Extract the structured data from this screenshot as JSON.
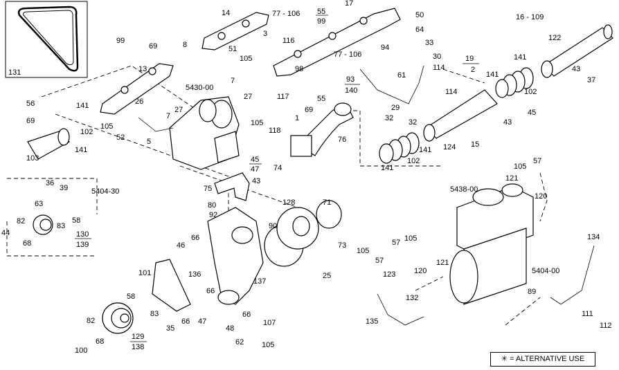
{
  "labels": {
    "l131": "131",
    "l14": "14",
    "l77_106a": "77 - 106",
    "l17": "17",
    "l55": "55",
    "l99a": "99",
    "l16_109": "16 - 109",
    "l50": "50",
    "l64": "64",
    "l122": "122",
    "l99b": "99",
    "l69a": "69",
    "l8": "8",
    "l3": "3",
    "l116": "116",
    "l33": "33",
    "l94": "94",
    "l51": "51",
    "l105a": "105",
    "l77_106b": "77 - 106",
    "l98": "98",
    "l30": "30",
    "l114a": "114",
    "l61": "61",
    "l13": "13",
    "l19": "19",
    "l2": "2",
    "l93": "93",
    "l140": "140",
    "l141a": "141",
    "l141b": "141",
    "l43a": "43",
    "l37": "37",
    "l102a": "102",
    "l5430": "5430-00",
    "l7a": "7",
    "l27a": "27",
    "l117": "117",
    "l114b": "114",
    "l56": "56",
    "l141c": "141",
    "l26": "26",
    "l55b": "55",
    "l69b": "69",
    "l29": "29",
    "l45a": "45",
    "l7b": "7",
    "l27b": "27",
    "l69c": "69",
    "l105b": "105",
    "l1": "1",
    "l32a": "32",
    "l32b": "32",
    "l43b": "43",
    "l102b": "102",
    "l105c": "105",
    "l118": "118",
    "l52": "52",
    "l5": "5",
    "l76": "76",
    "l124": "124",
    "l15": "15",
    "l141d": "141",
    "l103": "103",
    "l141e": "141",
    "l74": "74",
    "l141f": "141",
    "l102c": "102",
    "l45b": "45",
    "l47a": "47",
    "l43c": "43",
    "l36": "36",
    "l39": "39",
    "l5404_30": "5404-30",
    "l63": "63",
    "l75": "75",
    "l105d": "105",
    "l57a": "57",
    "l121a": "121",
    "l5438": "5438-00",
    "l120a": "120",
    "l71": "71",
    "l128": "128",
    "l80": "80",
    "l92": "92",
    "l58a": "58",
    "l82a": "82",
    "l83a": "83",
    "l90": "90",
    "l44": "44",
    "l68a": "68",
    "l130": "130",
    "l139": "139",
    "l66a": "66",
    "l46": "46",
    "l57b": "57",
    "l105e": "105",
    "l73": "73",
    "l105f": "105",
    "l57c": "57",
    "l121b": "121",
    "l25": "25",
    "l120b": "120",
    "l134": "134",
    "l101": "101",
    "l136": "136",
    "l66b": "66",
    "l137": "137",
    "l123": "123",
    "l5404_00": "5404-00",
    "l89": "89",
    "l58b": "58",
    "l132": "132",
    "l83b": "83",
    "l66c": "66",
    "l47b": "47",
    "l35": "35",
    "l48": "48",
    "l66d": "66",
    "l82b": "82",
    "l135": "135",
    "l111": "111",
    "l112": "112",
    "l107": "107",
    "l129": "129",
    "l138": "138",
    "l68b": "68",
    "l62": "62",
    "l105g": "105",
    "l100": "100"
  },
  "legend": {
    "symbol": "✳",
    "text": "= ALTERNATIVE USE"
  }
}
